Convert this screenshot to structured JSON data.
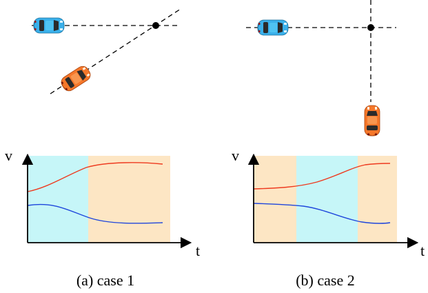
{
  "panels": [
    {
      "caption": "(a) case 1",
      "y_axis_label": "v",
      "x_axis_label": "t"
    },
    {
      "caption": "(b) case 2",
      "y_axis_label": "v",
      "x_axis_label": "t"
    }
  ],
  "colors": {
    "region_cyan": "#c6f6f8",
    "region_orange": "#fde6c4",
    "curve_red": "#ee3a1f",
    "curve_blue": "#1e46dc",
    "car_blue": "#3ab0ea",
    "car_orange": "#f5772a"
  }
}
